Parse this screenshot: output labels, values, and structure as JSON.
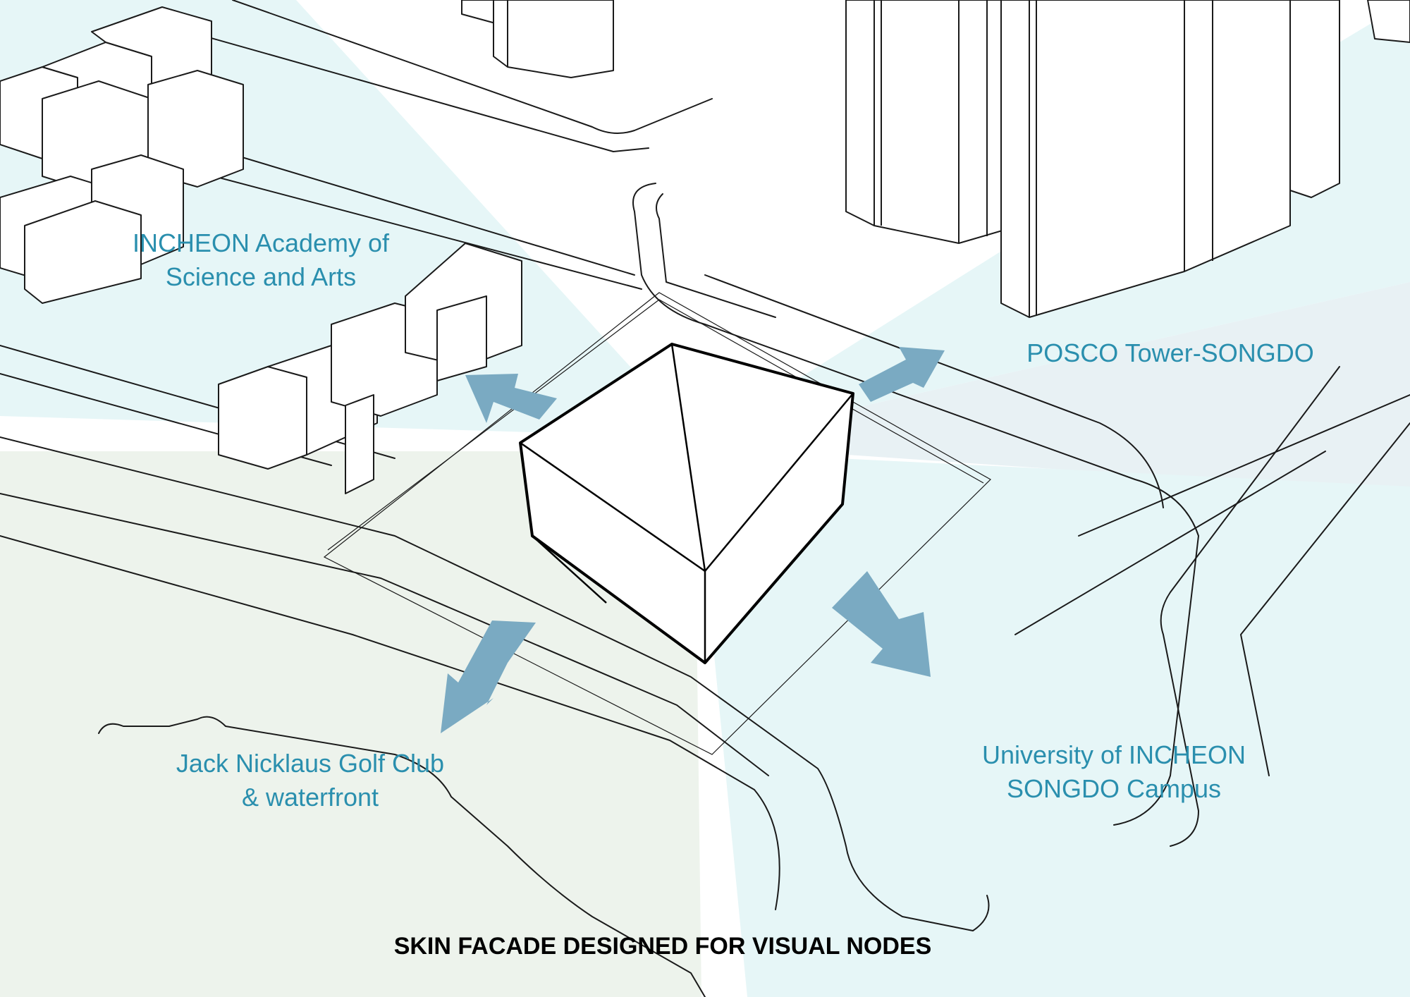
{
  "title": "SKIN FACADE DESIGNED FOR VISUAL NODES",
  "labels": {
    "academy_line1": "INCHEON Academy of",
    "academy_line2": "Science and Arts",
    "posco": "POSCO Tower-SONGDO",
    "golf_line1": "Jack Nicklaus Golf Club",
    "golf_line2": "& waterfront",
    "university_line1": "University of INCHEON",
    "university_line2": "SONGDO Campus"
  },
  "colors": {
    "label_text": "#2a8fae",
    "arrow": "#7aaac2",
    "zone_cyan": "#e6f6f7",
    "zone_green": "#edf3ec",
    "zone_blue": "#e8f1f4",
    "line": "#1a1a1a"
  },
  "icons": {
    "direction_arrows": "view-direction-arrow"
  }
}
